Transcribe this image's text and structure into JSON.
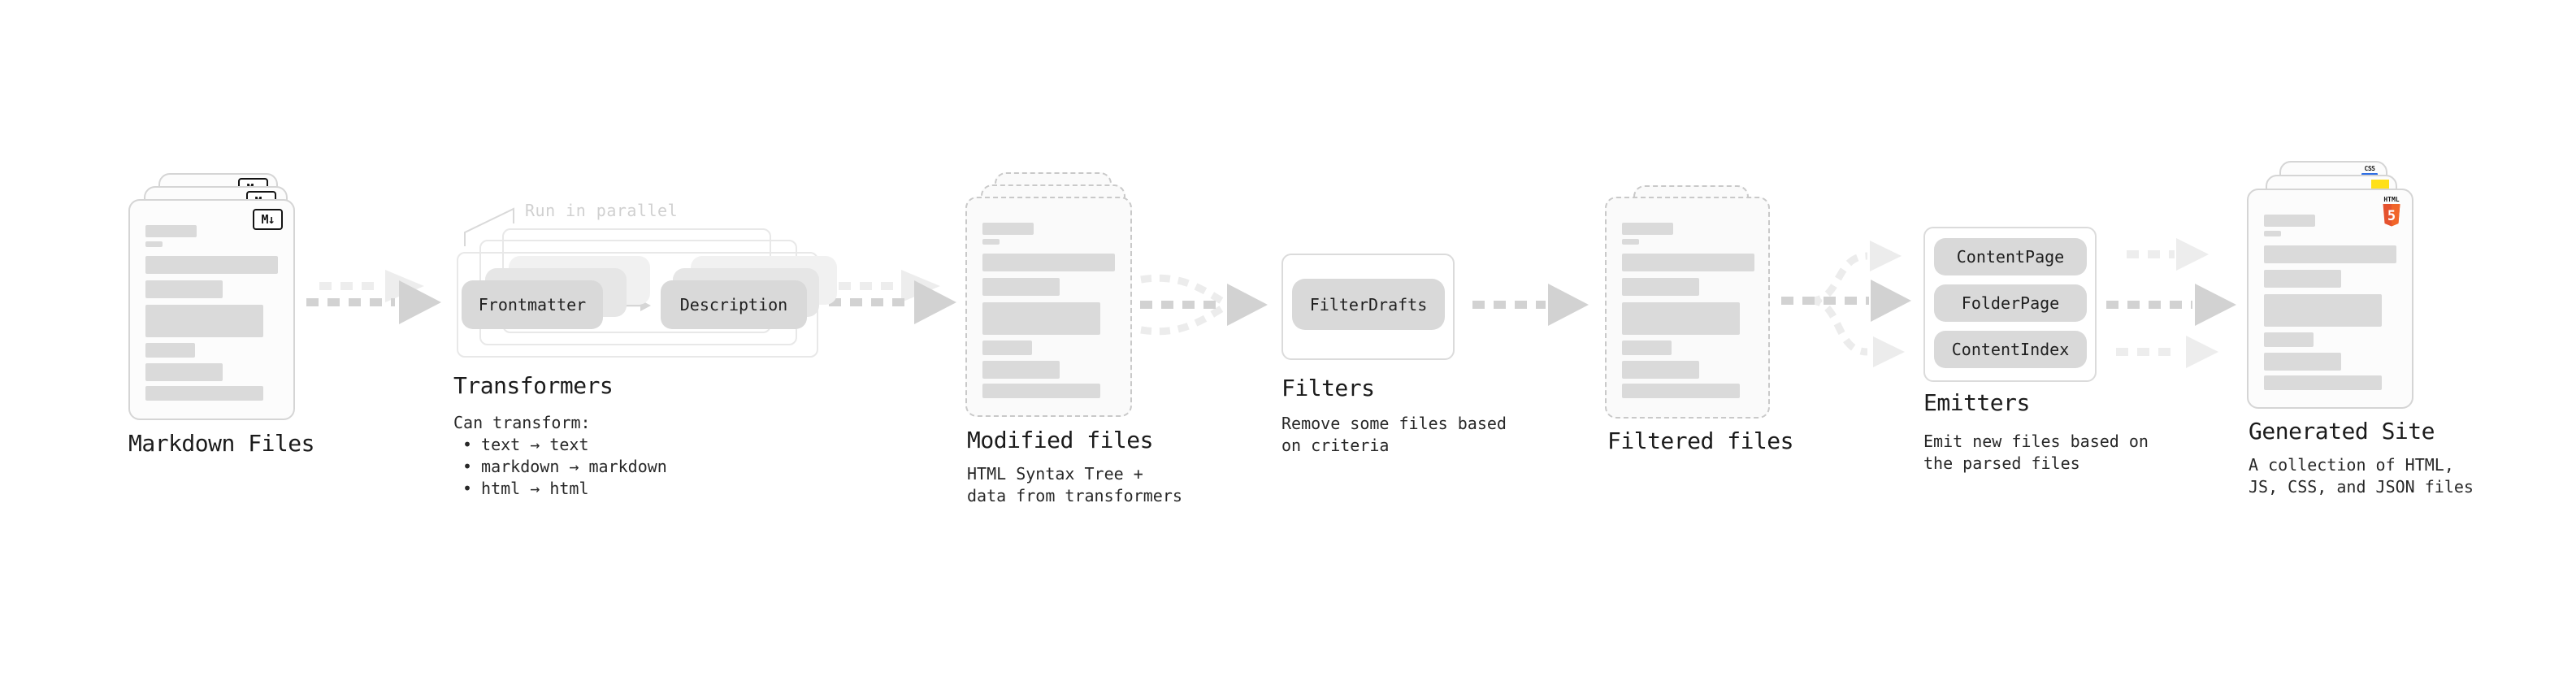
{
  "diagram": {
    "bullet_char": "•",
    "nodes": {
      "markdown_files": {
        "title": "Markdown Files",
        "file_icon": "M↓"
      },
      "transformers": {
        "title": "Transformers",
        "annotation": "Run in parallel",
        "step_boxes": [
          "Frontmatter",
          "Description"
        ],
        "desc_heading": "Can transform:",
        "bullets": [
          "text → text",
          "markdown → markdown",
          "html → html"
        ]
      },
      "modified_files": {
        "title": "Modified files",
        "desc_lines": [
          "HTML Syntax Tree +",
          "data from transformers"
        ]
      },
      "filters": {
        "title": "Filters",
        "filter_box": "FilterDrafts",
        "desc_lines": [
          "Remove some files based",
          "on criteria"
        ]
      },
      "filtered_files": {
        "title": "Filtered files"
      },
      "emitters": {
        "title": "Emitters",
        "emitter_boxes": [
          "ContentPage",
          "FolderPage",
          "ContentIndex"
        ],
        "desc_lines": [
          "Emit new files based on",
          "the parsed files"
        ]
      },
      "generated_site": {
        "title": "Generated Site",
        "desc_lines": [
          "A collection of HTML,",
          "JS, CSS, and JSON files"
        ],
        "html5_badge_label": "HTML",
        "html5_badge_number": "5",
        "css_badge_label": "CSS"
      }
    },
    "colors": {
      "html5_orange": "#e5532f",
      "html5_orange_light": "#f16529",
      "js_yellow": "#ffe01a",
      "css_blue": "#2f6fe4",
      "arrow_gray": "#d2d2d2",
      "arrow_light_gray": "#ededed",
      "placeholder_bar_gray": "#dadada"
    }
  }
}
